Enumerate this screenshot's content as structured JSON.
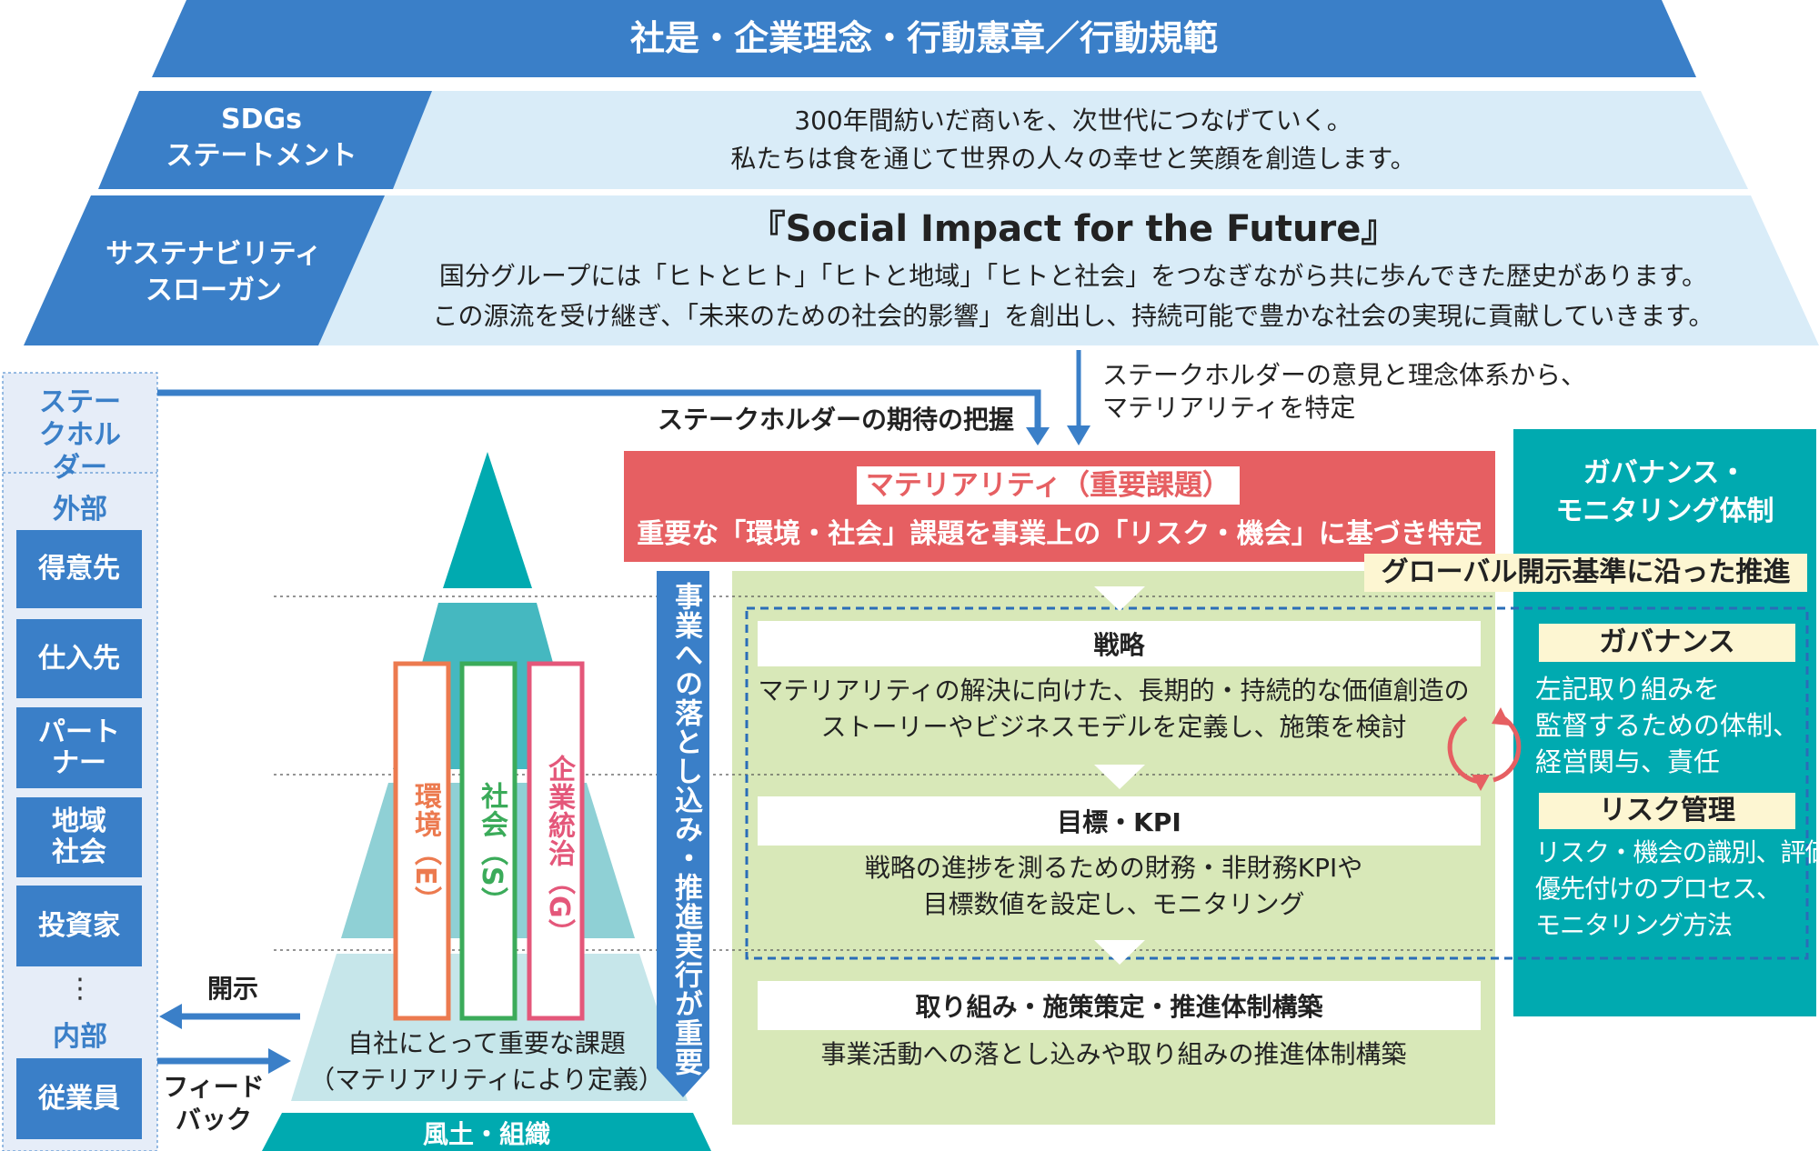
{
  "top_banner": "社是・企業理念・行動憲章／行動規範",
  "sdgs": {
    "label": [
      "SDGs",
      "ステートメント"
    ],
    "text": [
      "300年間紡いだ商いを、次世代につなげていく。",
      "私たちは食を通じて世界の人々の幸せと笑顔を創造します。"
    ]
  },
  "slogan": {
    "label": [
      "サステナビリティ",
      "スローガン"
    ],
    "title": "『Social Impact for the Future』",
    "text": [
      "国分グループには「ヒトとヒト」「ヒトと地域」「ヒトと社会」をつなぎながら共に歩んできた歴史があります。",
      "この源流を受け継ぎ、「未来のための社会的影響」を創出し、持続可能で豊かな社会の実現に貢献していきます。"
    ]
  },
  "stakeholders": {
    "title": "ステークホルダー",
    "external": "外部",
    "internal": "内部",
    "ellipsis": "⋮",
    "items": [
      "得意先",
      "仕入先",
      "パートナー",
      "地域社会",
      "投資家"
    ],
    "employees": "従業員"
  },
  "arrows": {
    "expectation": "ステークホルダーの期待の把握",
    "identify": [
      "ステークホルダーの意見と理念体系から、",
      "マテリアリティを特定"
    ],
    "disclosure": "開示",
    "feedback": [
      "フィード",
      "バック"
    ]
  },
  "pyramid": {
    "pillars": [
      "環境（E）",
      "社会（S）",
      "企業統治（G）"
    ],
    "caption": [
      "自社にとって重要な課題",
      "（マテリアリティにより定義）"
    ],
    "base": "風土・組織"
  },
  "vertical_arrow": "事業への落とし込み・推進実行が重要",
  "materiality": {
    "label": "マテリアリティ（重要課題）",
    "text": "重要な「環境・社会」課題を事業上の「リスク・機会」に基づき特定"
  },
  "steps": [
    {
      "title": "戦略",
      "text": [
        "マテリアリティの解決に向けた、長期的・持続的な価値創造の",
        "ストーリーやビジネスモデルを定義し、施策を検討"
      ]
    },
    {
      "title": "目標・KPI",
      "text": [
        "戦略の進捗を測るための財務・非財務KPIや",
        "目標数値を設定し、モニタリング"
      ]
    },
    {
      "title": "取り組み・施策策定・推進体制構築",
      "text": [
        "事業活動への落とし込みや取り組みの推進体制構築"
      ]
    }
  ],
  "governance": {
    "title": [
      "ガバナンス・",
      "モニタリング体制"
    ],
    "global": "グローバル開示基準に沿った推進",
    "gov_label": "ガバナンス",
    "gov_text": [
      "左記取り組みを",
      "監督するための体制、",
      "経営関与、責任"
    ],
    "risk_label": "リスク管理",
    "risk_text": [
      "リスク・機会の識別、評価、",
      "優先付けのプロセス、",
      "モニタリング方法"
    ]
  },
  "colors": {
    "blue": "#3a7fc8",
    "light_blue": "#d9ecf8",
    "teal": "#00aab0",
    "red": "#e65f62",
    "green": "#d8e8b8",
    "cream": "#fdf6d2",
    "env": "#ec7a4f",
    "soc": "#3bab5a",
    "gov": "#e4577a"
  }
}
